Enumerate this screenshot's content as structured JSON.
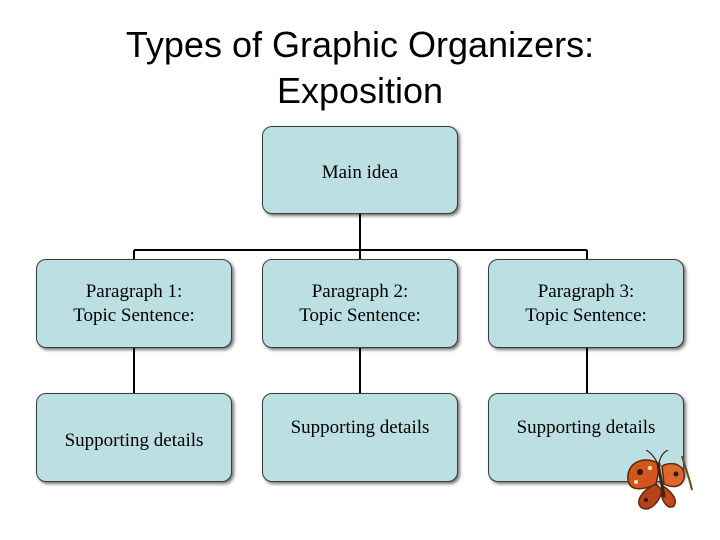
{
  "slide": {
    "title_line1": "Types of Graphic Organizers:",
    "title_line2": "Exposition"
  },
  "diagram": {
    "main_idea": "Main idea",
    "paragraphs": [
      {
        "line1": "Paragraph 1:",
        "line2": "Topic Sentence:",
        "details": "Supporting details"
      },
      {
        "line1": "Paragraph 2:",
        "line2": "Topic Sentence:",
        "details": "Supporting details"
      },
      {
        "line1": "Paragraph 3:",
        "line2": "Topic Sentence:",
        "details": "Supporting details"
      }
    ],
    "box_color": "#bcdfe3",
    "line_color": "#000000"
  },
  "decoration": {
    "icon": "butterfly-icon"
  }
}
